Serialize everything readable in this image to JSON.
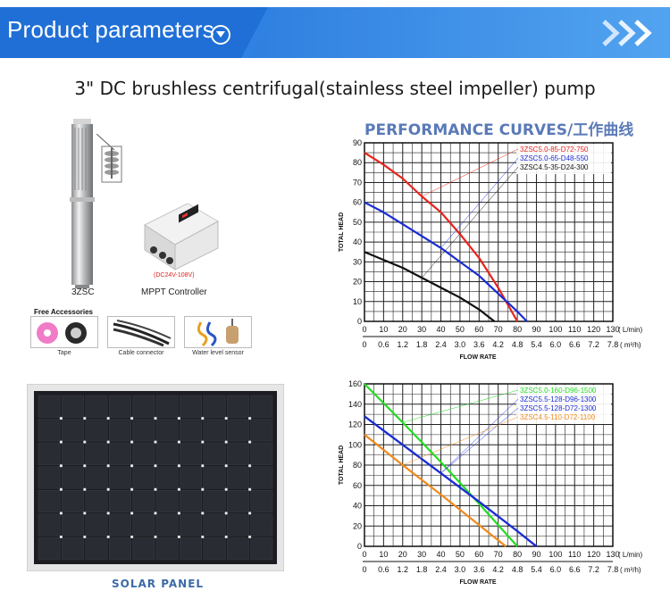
{
  "header": {
    "title": "Product parameters",
    "bar_color": "#3b8fe6",
    "icon": "chevron-down-circle-icon"
  },
  "subtitle": "3\" DC brushless centrifugal(stainless steel impeller) pump",
  "products": {
    "pump_label": "3ZSC",
    "controller_label": "MPPT Controller",
    "controller_voltage": "(DC24V-108V)",
    "free_accessories_title": "Free Accessories",
    "accessories": [
      {
        "label": "Tape",
        "icon": "tape-roll-icon"
      },
      {
        "label": "Cable connector",
        "icon": "cable-connector-icon"
      },
      {
        "label": "Water level sensor",
        "icon": "water-level-sensor-icon"
      }
    ],
    "solar_panel_label": "SOLAR PANEL"
  },
  "curves_title": "PERFORMANCE CURVES/工作曲线",
  "chart_data": [
    {
      "type": "line",
      "ylabel": "TOTAL HEAD",
      "xlabel": "FLOW RATE",
      "x_unit": "( L/min)",
      "x2_unit": "( m³/h)",
      "x_ticks": [
        0,
        10,
        20,
        30,
        40,
        50,
        60,
        70,
        80,
        90,
        100,
        110,
        120,
        130
      ],
      "x2_ticks": [
        "0",
        "0.6",
        "1.2",
        "1.8",
        "2.4",
        "3.0",
        "3.6",
        "4.2",
        "4.8",
        "5.4",
        "6.0",
        "6.6",
        "7.2",
        "7.8"
      ],
      "y_ticks": [
        0,
        10,
        20,
        30,
        40,
        50,
        60,
        70,
        80,
        90
      ],
      "xlim": [
        0,
        130
      ],
      "ylim": [
        0,
        90
      ],
      "series": [
        {
          "name": "3ZSC5.0-85-D72-750",
          "color": "#e8241c",
          "x": [
            0,
            10,
            20,
            30,
            40,
            50,
            60,
            70,
            80
          ],
          "y": [
            85,
            79,
            72,
            63,
            55,
            44,
            32,
            17,
            0
          ]
        },
        {
          "name": "3ZSC5.0-65-D48-550",
          "color": "#1a2cd6",
          "x": [
            0,
            10,
            20,
            30,
            40,
            50,
            60,
            70,
            80,
            85
          ],
          "y": [
            60,
            55,
            49,
            43,
            37,
            30,
            23,
            14,
            5,
            0
          ]
        },
        {
          "name": "3ZSC4.5-35-D24-300",
          "color": "#111111",
          "x": [
            0,
            10,
            20,
            30,
            40,
            50,
            60,
            68
          ],
          "y": [
            35,
            31,
            27,
            22,
            17,
            12,
            6,
            0
          ]
        }
      ]
    },
    {
      "type": "line",
      "ylabel": "TOTAL HEAD",
      "xlabel": "FLOW RATE",
      "x_unit": "( L/min)",
      "x2_unit": "( m³/h)",
      "x_ticks": [
        0,
        10,
        20,
        30,
        40,
        50,
        60,
        70,
        80,
        90,
        100,
        110,
        120,
        130
      ],
      "x2_ticks": [
        "0",
        "0.6",
        "1.2",
        "1.8",
        "2.4",
        "3.0",
        "3.6",
        "4.2",
        "4.8",
        "5.4",
        "6.0",
        "6.6",
        "7.2",
        "7.8"
      ],
      "y_ticks": [
        0,
        20,
        40,
        60,
        80,
        100,
        120,
        140,
        160
      ],
      "xlim": [
        0,
        130
      ],
      "ylim": [
        0,
        160
      ],
      "series": [
        {
          "name": "3ZSC5.0-160-D96-1500",
          "color": "#22dd22",
          "x": [
            0,
            20,
            40,
            60,
            80
          ],
          "y": [
            160,
            122,
            83,
            42,
            0
          ]
        },
        {
          "name": "3ZSC5.5-128-D96-1300",
          "color": "#1a2cd6",
          "x": [
            0,
            20,
            40,
            60,
            80,
            90
          ],
          "y": [
            128,
            100,
            72,
            44,
            15,
            0
          ]
        },
        {
          "name": "3ZSC5.5-128-D72-1300",
          "color": "#1a2cd6",
          "x": [
            0,
            20,
            40,
            60,
            80,
            90
          ],
          "y": [
            128,
            100,
            72,
            44,
            15,
            0
          ]
        },
        {
          "name": "3ZSC4.5-110-D72-1100",
          "color": "#f08a1a",
          "x": [
            0,
            20,
            40,
            60,
            74
          ],
          "y": [
            110,
            80,
            51,
            21,
            0
          ]
        }
      ]
    }
  ]
}
